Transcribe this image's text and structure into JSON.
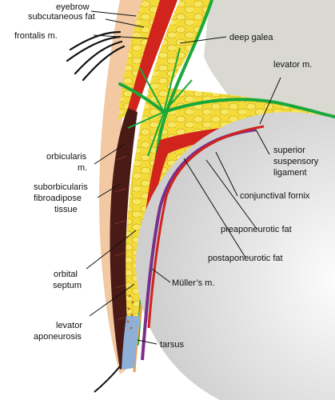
{
  "labels": {
    "eyebrow": "eyebrow",
    "subcutaneous_fat": "subcutaneous fat",
    "frontalis": "frontalis m.",
    "deep_galea": "deep galea",
    "levator_m": "levator m.",
    "orbicularis_1": "orbicularis",
    "orbicularis_2": "m.",
    "superior_1": "superior",
    "superior_2": "suspensory",
    "superior_3": "ligament",
    "conjunctival_fornix": "conjunctival fornix",
    "suborbicularis_1": "suborbicularis",
    "suborbicularis_2": "fibroadipose",
    "suborbicularis_3": "tissue",
    "preaponeurotic_fat": "preaponeurotic fat",
    "postaponeurotic_fat": "postaponeurotic fat",
    "orbital_1": "orbital",
    "orbital_2": "septum",
    "muller": "Müller’s m.",
    "levator_apo_1": "levator",
    "levator_apo_2": "aponeurosis",
    "tarsus": "tarsus"
  },
  "colors": {
    "skin": "#f2c9a3",
    "fat": "#f3db3a",
    "fat_dark": "#d9b21b",
    "orbicularis": "#4a1a16",
    "muscle_red": "#d0241c",
    "galea_green": "#1aa83a",
    "orbit_gray": "#d6d6cf",
    "globe": "#e8e8e8",
    "conjunctiva_purple": "#7a2f8a",
    "tarsus_blue": "#8fb0d6"
  }
}
